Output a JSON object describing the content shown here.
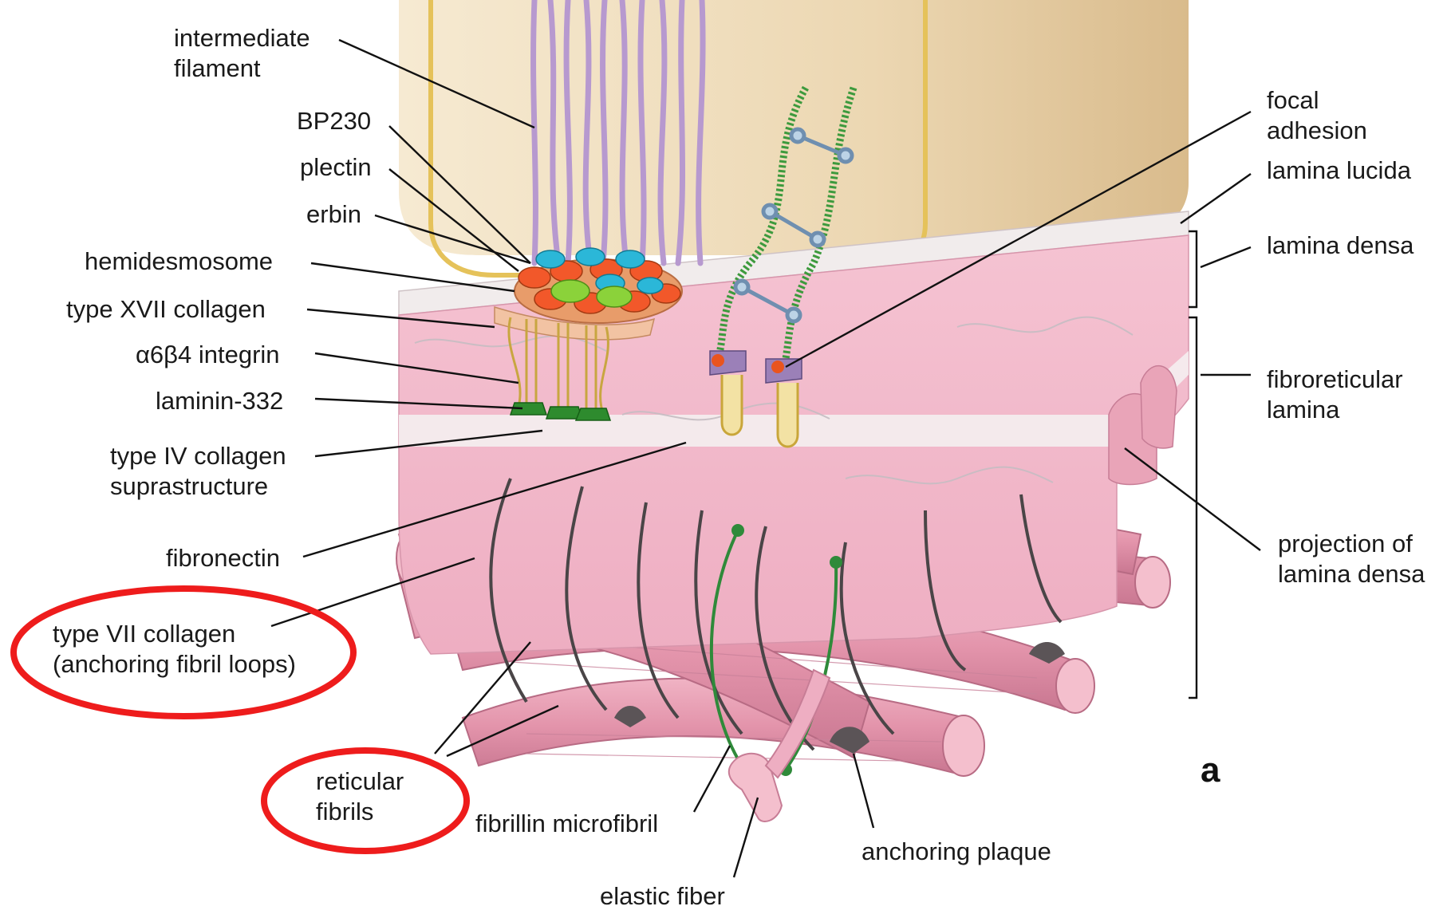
{
  "panel_letter": "a",
  "labels": {
    "intermediate_filament": [
      "intermediate",
      "filament"
    ],
    "bp230": "BP230",
    "plectin": "plectin",
    "erbin": "erbin",
    "hemidesmosome": "hemidesmosome",
    "type_xvii_collagen": "type XVII collagen",
    "a6b4_integrin": "α6β4 integrin",
    "laminin_332": "laminin-332",
    "type_iv_collagen": [
      "type IV collagen",
      "suprastructure"
    ],
    "fibronectin": "fibronectin",
    "type_vii_collagen": [
      "type VII collagen",
      "(anchoring fibril loops)"
    ],
    "reticular_fibrils": [
      "reticular",
      "fibrils"
    ],
    "fibrillin_microfibril": "fibrillin microfibril",
    "elastic_fiber": "elastic fiber",
    "anchoring_plaque": "anchoring plaque",
    "focal_adhesion": [
      "focal",
      "adhesion"
    ],
    "lamina_lucida": "lamina lucida",
    "lamina_densa": "lamina densa",
    "fibroreticular_lamina": [
      "fibroreticular",
      "lamina"
    ],
    "projection_of_lamina_densa": [
      "projection of",
      "lamina densa"
    ]
  },
  "colors": {
    "cell_fill": "#eed9b4",
    "cell_border": "#e8c96a",
    "lamina_densa": "#f2b8c9",
    "lamina_lucida": "#efeaea",
    "reticular_fibril": "#e39bb0",
    "filament": "#b89ad0",
    "highlight_circle": "#ee1c1c",
    "fibrillin": "#2f8a3a"
  }
}
